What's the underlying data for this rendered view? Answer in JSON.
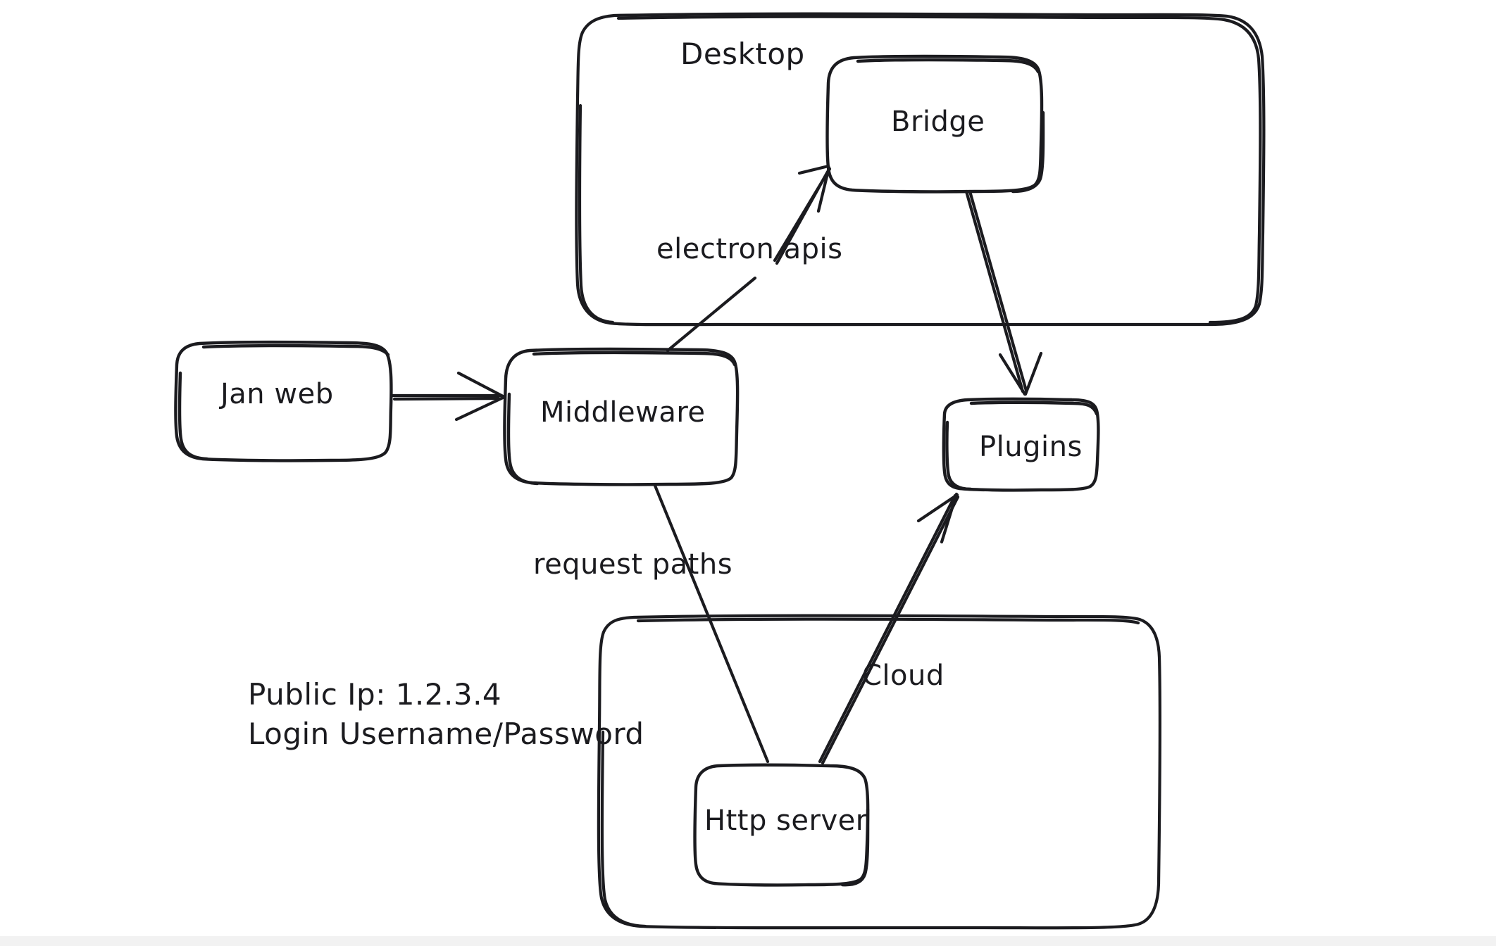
{
  "diagram": {
    "title": "Jan architecture sketch",
    "style": "hand-drawn",
    "stroke_color": "#1b1b1f",
    "background_color": "#ffffff",
    "containers": [
      {
        "id": "desktop",
        "label": "Desktop"
      },
      {
        "id": "cloud",
        "label": ""
      }
    ],
    "nodes": [
      {
        "id": "jan-web",
        "label": "Jan web"
      },
      {
        "id": "middleware",
        "label": "Middleware"
      },
      {
        "id": "bridge",
        "label": "Bridge"
      },
      {
        "id": "plugins",
        "label": "Plugins"
      },
      {
        "id": "http-server",
        "label": "Http server"
      }
    ],
    "edges": [
      {
        "id": "jan-web-to-middleware",
        "from": "Jan web",
        "to": "Middleware",
        "label": ""
      },
      {
        "id": "middleware-to-bridge",
        "from": "Middleware",
        "to": "Bridge",
        "label": "electron apis"
      },
      {
        "id": "bridge-to-plugins",
        "from": "Bridge",
        "to": "Plugins",
        "label": ""
      },
      {
        "id": "http-server-to-middleware",
        "from": "Http server",
        "to": "Middleware",
        "label": "request paths"
      },
      {
        "id": "http-server-to-plugins",
        "from": "Http server",
        "to": "Plugins",
        "label": "Cloud"
      }
    ],
    "notes": {
      "public_ip_line": "Public Ip: 1.2.3.4",
      "login_line": "Login Username/Password"
    }
  }
}
